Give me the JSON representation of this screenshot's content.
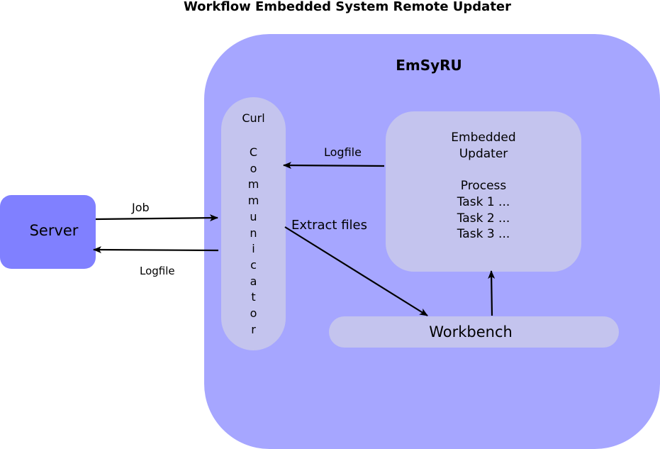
{
  "title": "Workflow Embedded System Remote Updater",
  "colors": {
    "system_fill": "#a6a6ff",
    "server_fill": "#8080ff",
    "component_fill": "#c4c4ee",
    "arrow": "#000000"
  },
  "system": {
    "label": "EmSyRU"
  },
  "server": {
    "label": "Server"
  },
  "curl": {
    "label": "Curl",
    "letters": [
      "C",
      "o",
      "m",
      "m",
      "u",
      "n",
      "i",
      "c",
      "a",
      "t",
      "o",
      "r"
    ]
  },
  "updater": {
    "lines": [
      "Embedded",
      "Updater",
      "",
      "Process",
      "Task 1 ...",
      "Task 2 ...",
      "Task 3 ..."
    ]
  },
  "workbench": {
    "label": "Workbench"
  },
  "edges": {
    "job": "Job",
    "logfile_to_server": "Logfile",
    "logfile_to_curl": "Logfile",
    "extract_files": "Extract files"
  }
}
